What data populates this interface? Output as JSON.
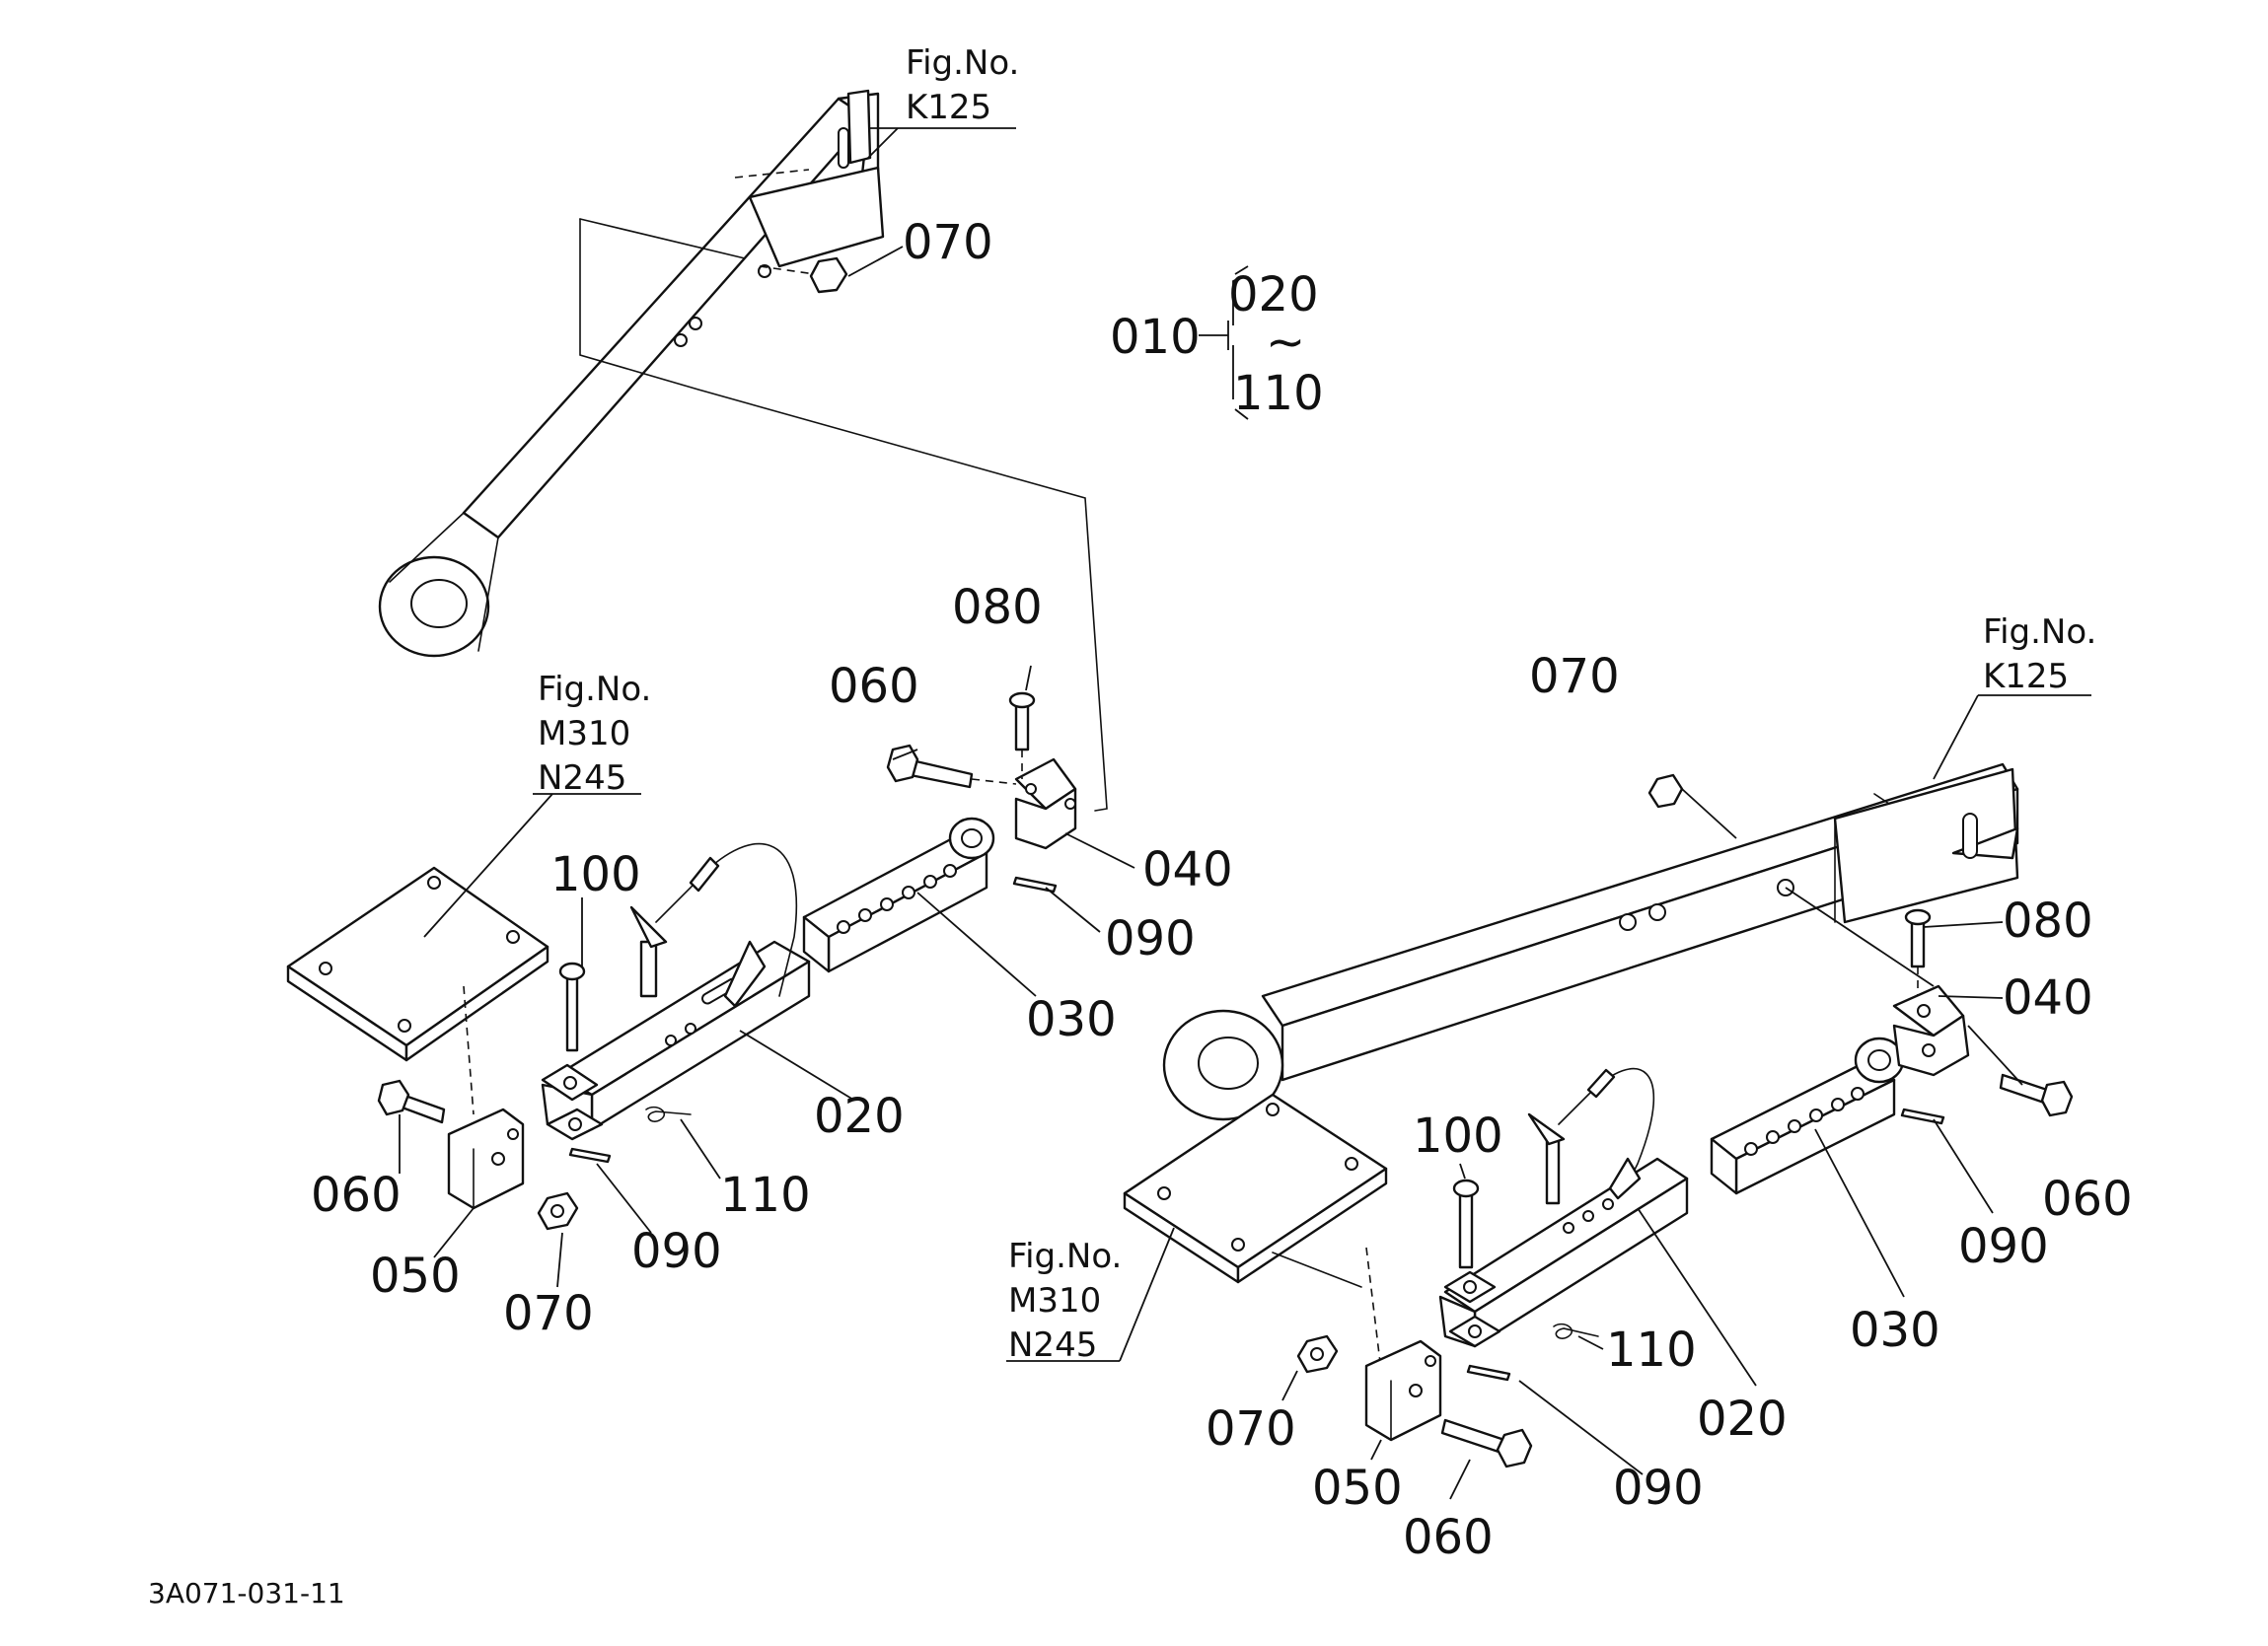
{
  "bracket": {
    "parent": "010",
    "first": "020",
    "tilde": "~",
    "last": "110"
  },
  "figure_refs": {
    "top_k125": [
      "Fig.No.",
      "K125"
    ],
    "left_m310": [
      "Fig.No.",
      "M310",
      "N245"
    ],
    "right_k125": [
      "Fig.No.",
      "K125"
    ],
    "bottom_m310": [
      "Fig.No.",
      "M310",
      "N245"
    ]
  },
  "callouts_left": {
    "c070_top": "070",
    "c080": "080",
    "c060_top": "060",
    "c040": "040",
    "c090_right": "090",
    "c030": "030",
    "c100": "100",
    "c020": "020",
    "c110": "110",
    "c060": "060",
    "c090": "090",
    "c050": "050",
    "c070": "070"
  },
  "callouts_right": {
    "c070_top": "070",
    "c080": "080",
    "c040": "040",
    "c100": "100",
    "c060_right": "060",
    "c090_right": "090",
    "c030": "030",
    "c110": "110",
    "c020": "020",
    "c070": "070",
    "c090": "090",
    "c050": "050",
    "c060": "060"
  },
  "drawing_code": "3A071-031-11"
}
